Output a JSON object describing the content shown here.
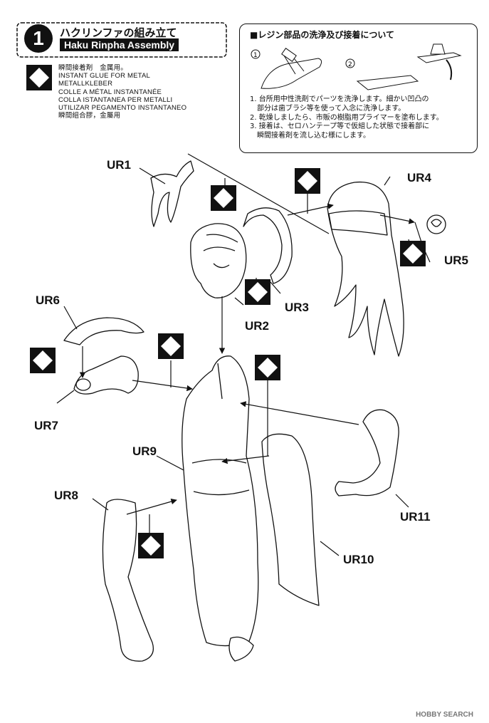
{
  "header": {
    "step_number": "1",
    "title_jp": "ハクリンファの組み立て",
    "title_en": "Haku Rinpha Assembly"
  },
  "glue": {
    "icon": "diamond-glue-icon",
    "lines": [
      "瞬間接着剤　金属用。",
      "INSTANT GLUE FOR METAL",
      "METALLKLEBER",
      "COLLE A MÉTAL INSTANTANÉE",
      "COLLA ISTANTANEA PER METALLI",
      "UTILIZAR PEGAMENTO INSTANTANEO",
      "瞬間組合膠，金屬用"
    ]
  },
  "resin_box": {
    "title": "■レジン部品の洗浄及び接着について",
    "steps": [
      "1. 台所用中性洗剤でパーツを洗浄します。細かい凹凸の",
      "　部分は歯ブラシ等を使って入念に洗浄します。",
      "2. 乾燥しましたら、市販の樹脂用プライマーを塗布します。",
      "3. 接着は、セロハンテープ等で仮組した状態で接着部に",
      "　瞬間接着剤を流し込む様にします。"
    ]
  },
  "parts": {
    "UR1": "UR1",
    "UR2": "UR2",
    "UR3": "UR3",
    "UR4": "UR4",
    "UR5": "UR5",
    "UR6": "UR6",
    "UR7": "UR7",
    "UR8": "UR8",
    "UR9": "UR9",
    "UR10": "UR10",
    "UR11": "UR11"
  },
  "watermark": "HOBBY SEARCH"
}
